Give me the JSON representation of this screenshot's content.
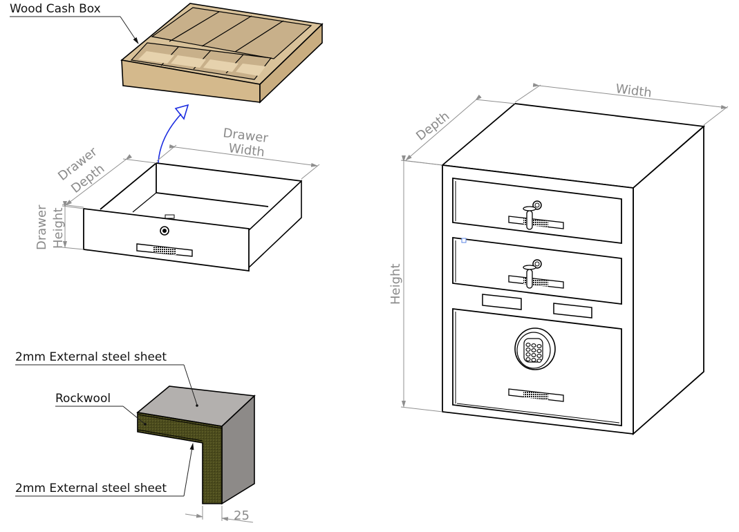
{
  "callouts": {
    "wood_cash_box": "Wood Cash Box",
    "steel_sheet_outer": "2mm External steel sheet",
    "rockwool": "Rockwool",
    "steel_sheet_inner": "2mm External steel sheet"
  },
  "drawer_dimensions": {
    "width_line1": "Drawer",
    "width_line2": "Width",
    "depth_line1": "Drawer",
    "depth_line2": "Depth",
    "height_line1": "Drawer",
    "height_line2": "Height"
  },
  "cabinet_dimensions": {
    "width": "Width",
    "depth": "Depth",
    "height": "Height"
  },
  "section_dimension": {
    "thickness": "25"
  },
  "colors": {
    "wood_top": "#d9c29a",
    "wood_front": "#d4b98c",
    "wood_inner": "#c8b08a",
    "wood_floor": "#e6d2ad",
    "steel_top": "#b3b0ae",
    "steel_side": "#8d8a88",
    "rockwool": "#4a4a1c",
    "arrow_blue": "#1a2be0",
    "dim_gray": "#8f8f8f"
  }
}
